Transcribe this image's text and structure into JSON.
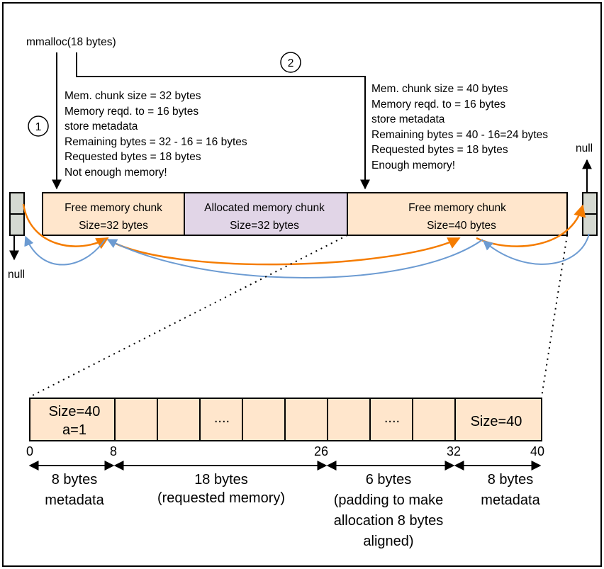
{
  "call_label": "mmalloc(18 bytes)",
  "step1": {
    "number": "1",
    "lines": [
      "Mem. chunk size = 32 bytes",
      "Memory reqd. to  = 16 bytes",
      "store metadata",
      "Remaining bytes = 32 - 16 = 16 bytes",
      "Requested bytes = 18 bytes",
      "Not enough memory!"
    ]
  },
  "step2": {
    "number": "2",
    "lines": [
      "Mem. chunk size = 40 bytes",
      "Memory reqd. to  = 16 bytes",
      "store metadata",
      "Remaining bytes = 40 - 16=24 bytes",
      "Requested bytes = 18 bytes",
      "Enough memory!"
    ]
  },
  "null_left": "null",
  "null_right": "null",
  "chunks": [
    {
      "title": "Free memory chunk",
      "size": "Size=32 bytes",
      "kind": "free"
    },
    {
      "title": "Allocated memory chunk",
      "size": "Size=32 bytes",
      "kind": "allocated"
    },
    {
      "title": "Free memory chunk",
      "size": "Size=40 bytes",
      "kind": "free"
    }
  ],
  "detail": {
    "header_line1": "Size=40",
    "header_line2": "a=1",
    "ellipsis": "....",
    "footer": "Size=40"
  },
  "offsets": [
    "0",
    "8",
    "26",
    "32",
    "40"
  ],
  "ranges": [
    {
      "lines": [
        "8 bytes",
        "metadata"
      ]
    },
    {
      "lines": [
        "18 bytes",
        "(requested memory)"
      ]
    },
    {
      "lines": [
        "6 bytes",
        "(padding to make",
        "allocation 8 bytes",
        "aligned)"
      ]
    },
    {
      "lines": [
        "8 bytes",
        "metadata"
      ]
    }
  ],
  "colors": {
    "free_fill": "#ffe6cc",
    "allocated_fill": "#e1d5e7",
    "node_fill": "#d5d9d1",
    "next_arrow": "#f57c00",
    "prev_arrow": "#6c9bd2"
  }
}
